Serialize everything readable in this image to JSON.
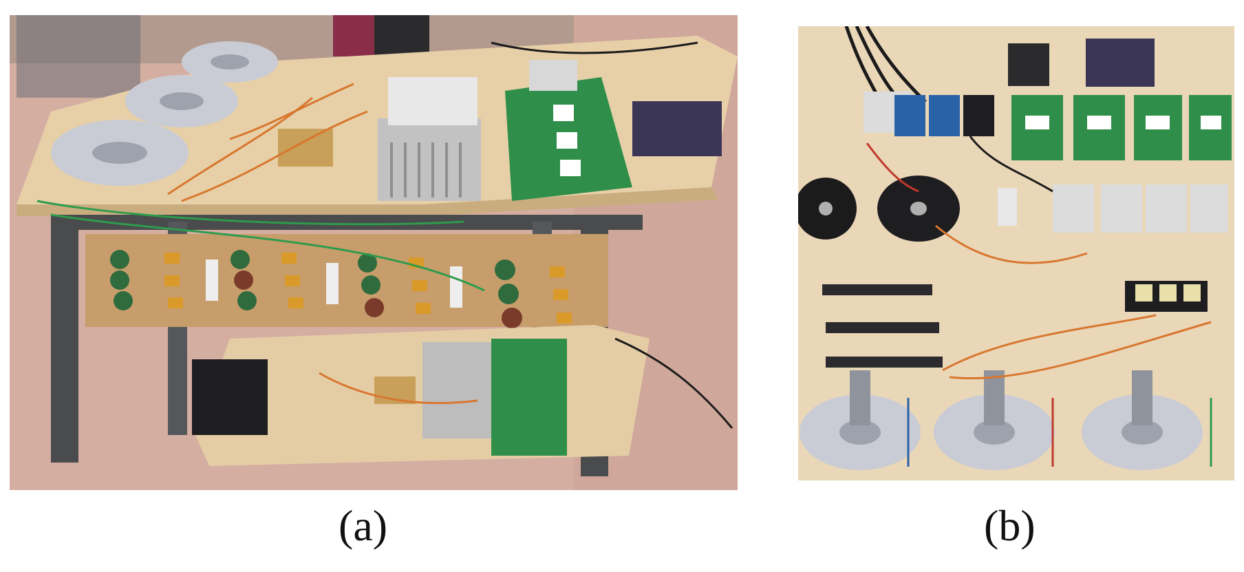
{
  "figure": {
    "panels": [
      {
        "label": "(a)",
        "photo": "bench-top-power-electronics-testbed"
      },
      {
        "label": "(b)",
        "photo": "wall-mounted-power-electronics-board"
      }
    ]
  },
  "colors": {
    "wood": "#e9d3ad",
    "floor": "#d9b3a8",
    "steel": "#4a4b4c",
    "pcb_green": "#2f8f4a",
    "copper_wire": "#d8772f",
    "toroid": "#c9ccd4"
  }
}
